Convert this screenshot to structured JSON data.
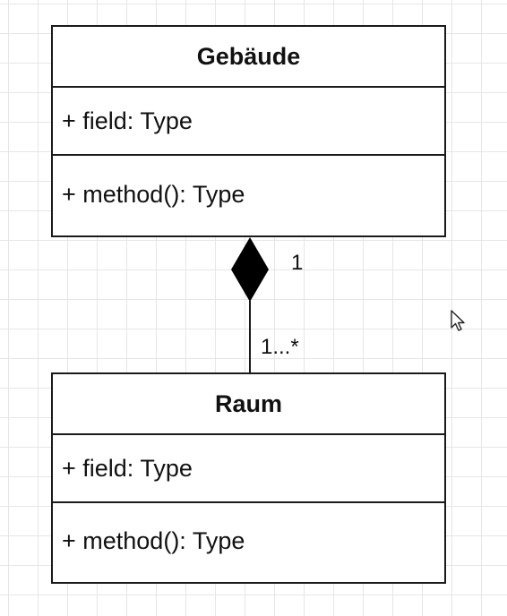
{
  "classes": [
    {
      "name": "Gebäude",
      "field": "+ field: Type",
      "method": "+ method(): Type"
    },
    {
      "name": "Raum",
      "field": "+ field: Type",
      "method": "+ method(): Type"
    }
  ],
  "relationship": {
    "type": "composition",
    "source_multiplicity": "1",
    "target_multiplicity": "1...*"
  },
  "colors": {
    "line": "#1a1a1a",
    "grid": "#e6e6e6",
    "background": "#ffffff"
  },
  "icons": {
    "cursor": "mouse-pointer-icon"
  }
}
